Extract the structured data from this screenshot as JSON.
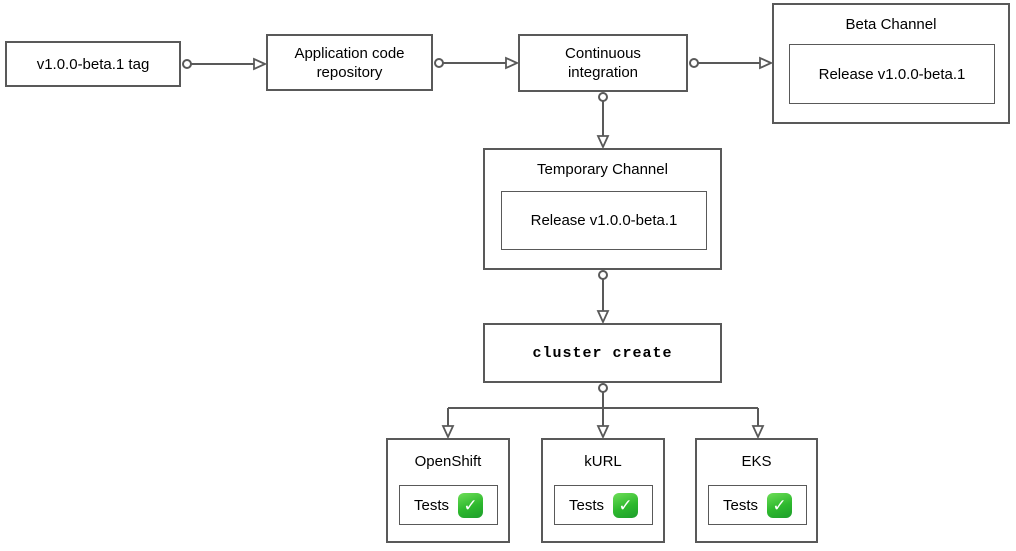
{
  "diagram": {
    "nodes": {
      "tag": {
        "label": "v1.0.0-beta.1 tag"
      },
      "repo": {
        "label": "Application code repository"
      },
      "ci": {
        "label": "Continuous integration"
      },
      "beta_channel": {
        "title": "Beta Channel",
        "release": "Release v1.0.0-beta.1"
      },
      "temp_channel": {
        "title": "Temporary Channel",
        "release": "Release v1.0.0-beta.1"
      },
      "cluster_create": {
        "label": "cluster create"
      }
    },
    "platforms": [
      {
        "title": "OpenShift",
        "tests_label": "Tests",
        "status_icon": "check"
      },
      {
        "title": "kURL",
        "tests_label": "Tests",
        "status_icon": "check"
      },
      {
        "title": "EKS",
        "tests_label": "Tests",
        "status_icon": "check"
      }
    ],
    "icons": {
      "check": "✓"
    },
    "colors": {
      "stroke": "#595959",
      "text": "#000000",
      "background": "#ffffff",
      "check_green": "#2db82d"
    }
  }
}
